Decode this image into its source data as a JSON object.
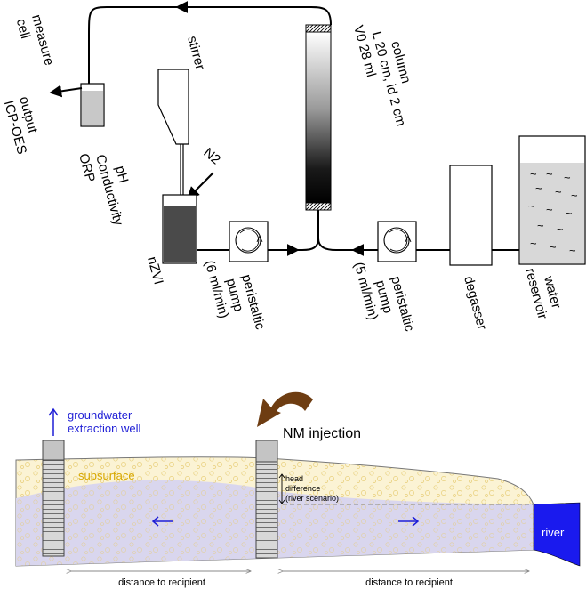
{
  "labels": {
    "measure_cell": [
      "measure",
      "cell"
    ],
    "output": [
      "output",
      "ICP-OES"
    ],
    "sensors": [
      "pH",
      "Conductivity",
      "ORP"
    ],
    "stirrer": "stirrer",
    "n2": "N2",
    "nzvi": "nZVI",
    "column": [
      "column",
      "L 20 cm, id 2 cm",
      "V0 28 ml"
    ],
    "pump_left": [
      "peristaltic",
      "pump",
      "(6 ml/min)"
    ],
    "pump_right": [
      "peristaltic",
      "pump",
      "(5 ml/min)"
    ],
    "degasser": "degasser",
    "reservoir": [
      "water",
      "reservoir"
    ]
  },
  "field": {
    "well_label": [
      "groundwater",
      "extraction well"
    ],
    "nm_injection": "NM injection",
    "subsurface": "subsurface",
    "head": [
      "head",
      "difference",
      "(river scenario)"
    ],
    "river": "river",
    "distance_left": "distance to recipient",
    "distance_right": "distance to recipient"
  },
  "colors": {
    "ink": "#000000",
    "blue": "#1f1fd6",
    "river": "#1a1aee",
    "subsurface_text": "#d8a800",
    "injection_arrow": "#6e3d12",
    "nzvi_fill": "#4a4a4a",
    "sand": "#fbf3d4",
    "water_zone": "#d9d6ee"
  }
}
